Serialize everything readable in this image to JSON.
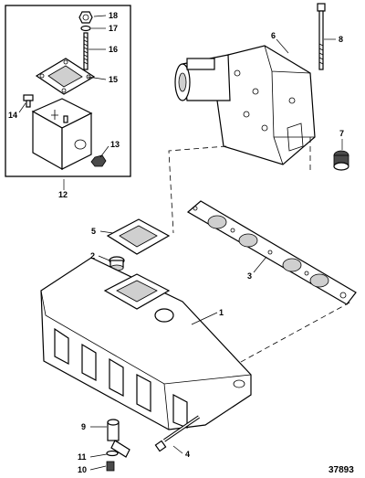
{
  "callouts": {
    "c1": "1",
    "c2": "2",
    "c3": "3",
    "c4": "4",
    "c5": "5",
    "c6": "6",
    "c7": "7",
    "c8": "8",
    "c9": "9",
    "c10": "10",
    "c11": "11",
    "c12": "12",
    "c13": "13",
    "c14": "14",
    "c15": "15",
    "c16": "16",
    "c17": "17",
    "c18": "18"
  },
  "figure_number": "37893"
}
